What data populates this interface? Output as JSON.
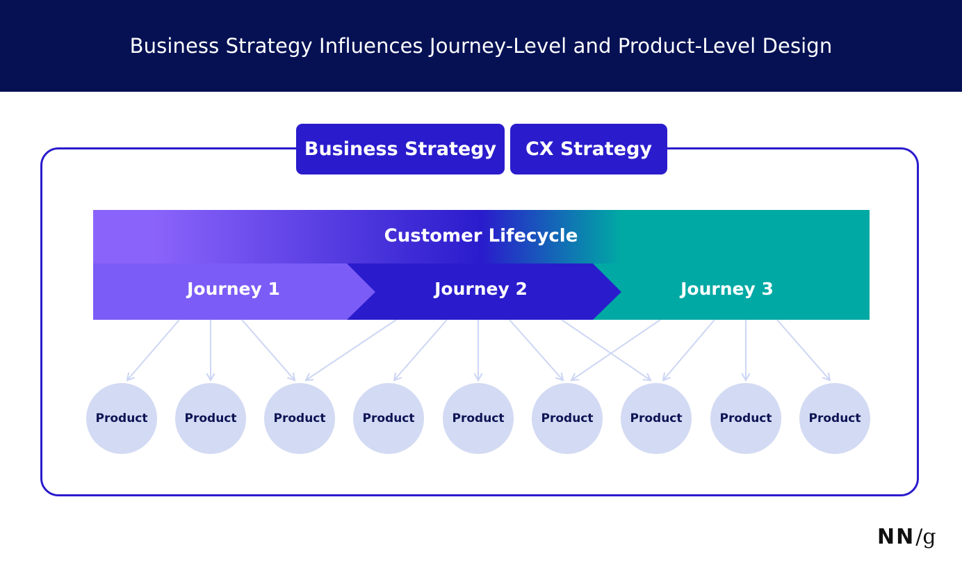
{
  "title": "Business Strategy Influences Journey-Level and Product-Level Design",
  "strategies": {
    "business": "Business Strategy",
    "cx": "CX Strategy"
  },
  "lifecycle": {
    "label": "Customer Lifecycle"
  },
  "journeys": [
    {
      "label": "Journey 1",
      "color": "#7c5cf6"
    },
    {
      "label": "Journey 2",
      "color": "#2a1ccc"
    },
    {
      "label": "Journey 3",
      "color": "#00a9a4"
    }
  ],
  "products": [
    "Product",
    "Product",
    "Product",
    "Product",
    "Product",
    "Product",
    "Product",
    "Product",
    "Product"
  ],
  "connections": [
    {
      "journey": 1,
      "product": 1
    },
    {
      "journey": 1,
      "product": 2
    },
    {
      "journey": 1,
      "product": 3
    },
    {
      "journey": 2,
      "product": 3
    },
    {
      "journey": 2,
      "product": 4
    },
    {
      "journey": 2,
      "product": 5
    },
    {
      "journey": 2,
      "product": 6
    },
    {
      "journey": 2,
      "product": 7
    },
    {
      "journey": 3,
      "product": 6
    },
    {
      "journey": 3,
      "product": 7
    },
    {
      "journey": 3,
      "product": 8
    },
    {
      "journey": 3,
      "product": 9
    }
  ],
  "colors": {
    "header": "#061154",
    "primary": "#2a1ccc",
    "lifecycle_start": "#8a63fa",
    "lifecycle_mid": "#2a1ccc",
    "lifecycle_end": "#00a9a4",
    "product_fill": "#d3daf3",
    "arrow": "#cdd6f3"
  },
  "logo": {
    "nn": "NN",
    "slash": "/",
    "g": "g"
  }
}
